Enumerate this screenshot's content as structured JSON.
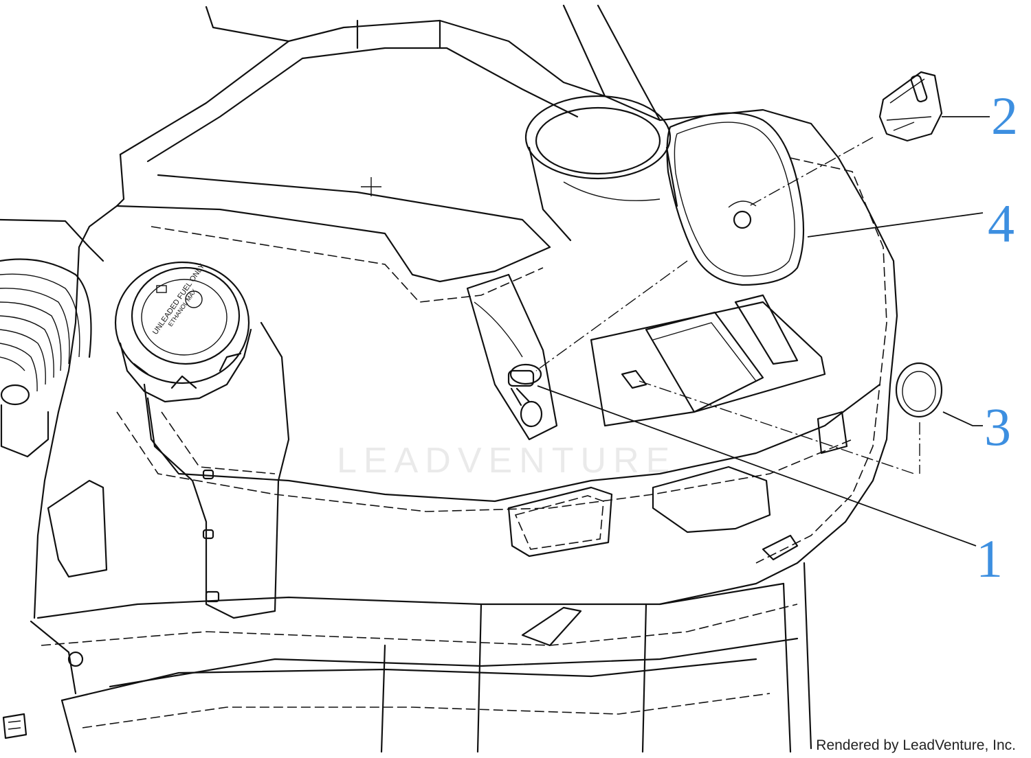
{
  "callouts": [
    {
      "id": "1",
      "label": "1"
    },
    {
      "id": "2",
      "label": "2"
    },
    {
      "id": "3",
      "label": "3"
    },
    {
      "id": "4",
      "label": "4"
    }
  ],
  "watermark_text": "LEADVENTURE",
  "credit_text": "Rendered by LeadVenture, Inc.",
  "colors": {
    "callout": "#3d8fe0",
    "line": "#111111",
    "background": "#ffffff"
  },
  "fuel_cap_text": [
    "UNLEADED FUEL ONLY",
    "ETHANOL MAX"
  ]
}
